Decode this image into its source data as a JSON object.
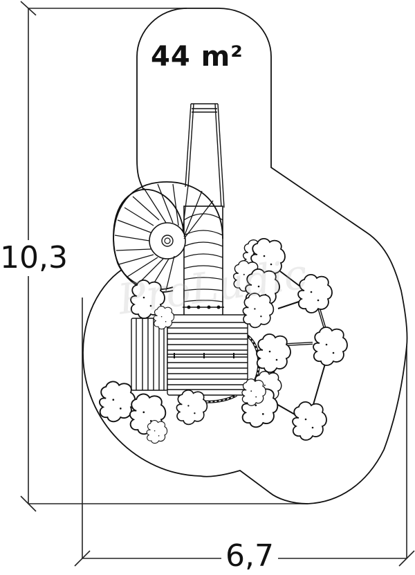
{
  "drawing": {
    "type": "playground-equipment-top-view-plan",
    "area_label": "44 m²",
    "dimensions": {
      "height_label": "10,3",
      "width_label": "6,7"
    },
    "watermark": "ProLudic",
    "elements": [
      "safety-zone-outline",
      "spiral-tube-slide",
      "straight-tube-slide",
      "ladder",
      "platform-deck",
      "side-panel",
      "curved-rope-bridge",
      "cloud-shaped-posts",
      "connecting-rope-rails"
    ],
    "colors": {
      "line": "#111111",
      "background": "#ffffff",
      "watermark": "#d9d9d9"
    }
  }
}
